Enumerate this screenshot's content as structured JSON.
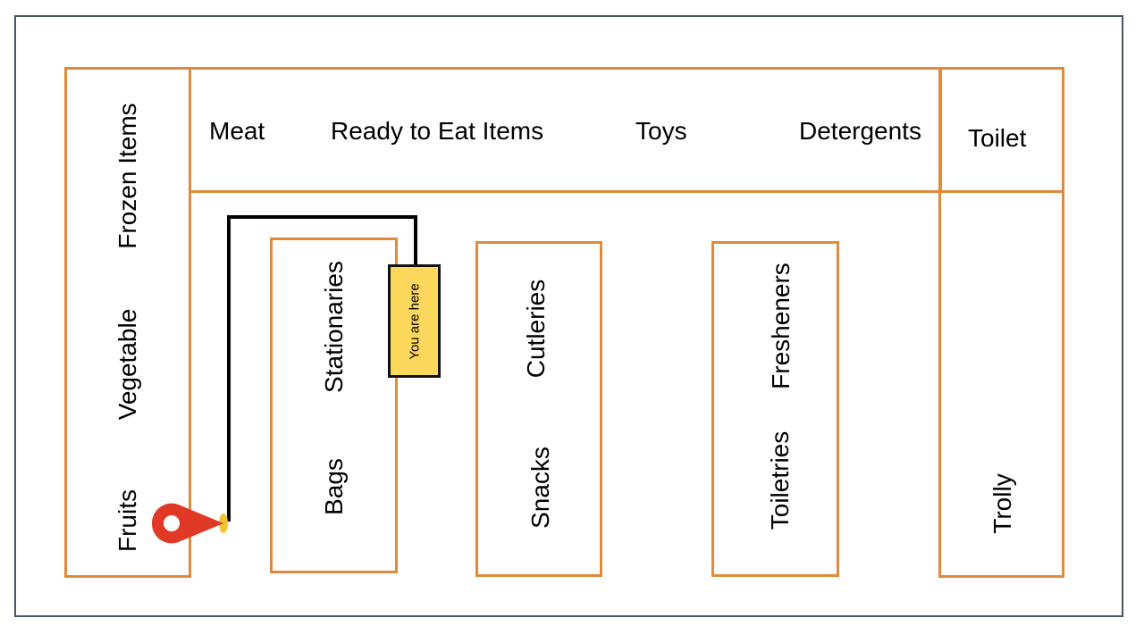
{
  "colors": {
    "aisle_border": "#e08a3c",
    "frame_border": "#4a5563",
    "route_line": "#000000",
    "you_are_here_fill": "#fbd75b",
    "pin": "#e03a26",
    "pin_dot": "#f2c335"
  },
  "icons": {
    "location": "map-pin-icon"
  },
  "left_wall": {
    "frozen": "Frozen Items",
    "vegetable": "Vegetable",
    "fruits": "Fruits"
  },
  "top_row": {
    "meat": "Meat",
    "ready_to_eat": "Ready to Eat Items",
    "toys": "Toys",
    "detergents": "Detergents"
  },
  "right_wall": {
    "toilet": "Toilet",
    "trolly": "Trolly"
  },
  "aisle_1": {
    "top": "Stationaries",
    "bottom": "Bags"
  },
  "aisle_2": {
    "top": "Cutleries",
    "bottom": "Snacks"
  },
  "aisle_3": {
    "top": "Fresheners",
    "bottom": "Toiletries"
  },
  "marker": {
    "label": "You are here"
  }
}
